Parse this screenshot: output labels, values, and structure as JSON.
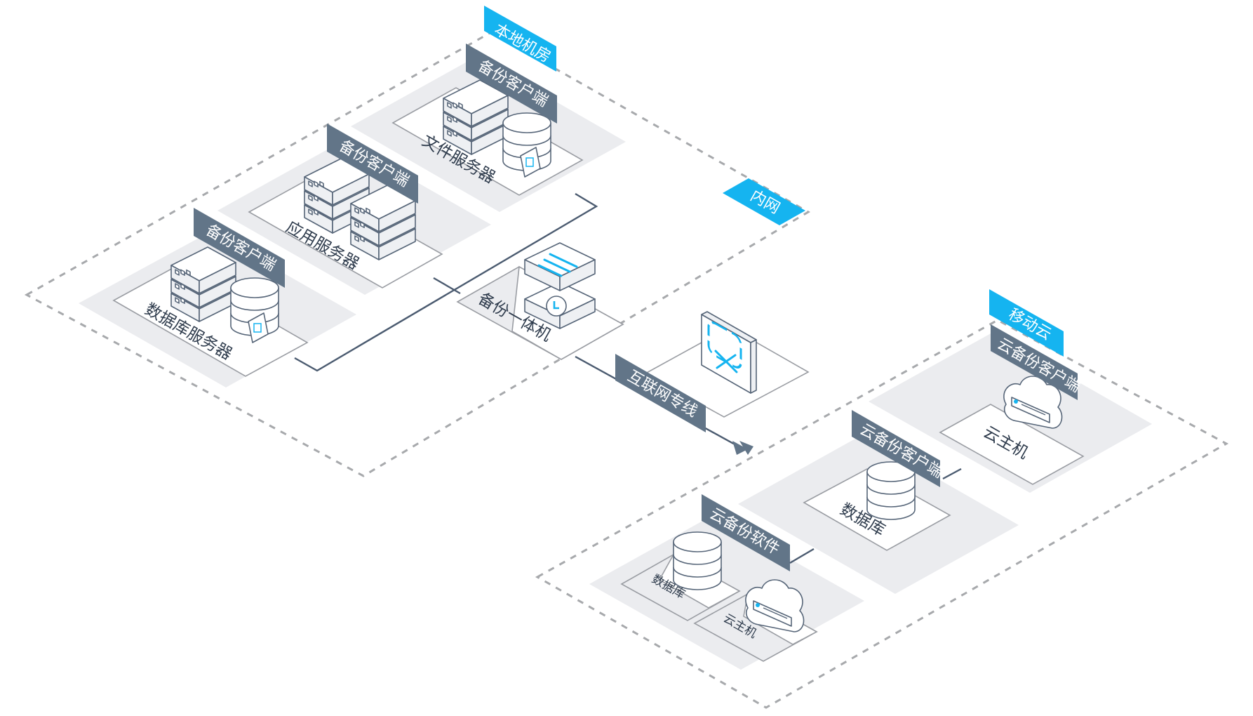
{
  "zones": {
    "local_datacenter": {
      "title": "本地机房",
      "intranet_label": "内网"
    },
    "mobile_cloud": {
      "title": "移动云"
    }
  },
  "local": {
    "file_server": {
      "tag": "备份客户端",
      "label": "文件服务器"
    },
    "app_server": {
      "tag": "备份客户端",
      "label": "应用服务器"
    },
    "db_server": {
      "tag": "备份客户端",
      "label": "数据库服务器"
    },
    "backup_appliance": {
      "label": "备份一体机"
    }
  },
  "link": {
    "label": "互联网专线"
  },
  "cloud": {
    "cloud_host_client": {
      "tag": "云备份客户端",
      "label": "云主机"
    },
    "database_client": {
      "tag": "云备份客户端",
      "label": "数据库"
    },
    "software": {
      "tag": "云备份软件",
      "db_label": "数据库",
      "host_label": "云主机"
    }
  },
  "colors": {
    "accent_blue": "#15b4f0",
    "tag_dark": "#627588",
    "plate": "#ebecef",
    "line": "#4b5b70"
  }
}
